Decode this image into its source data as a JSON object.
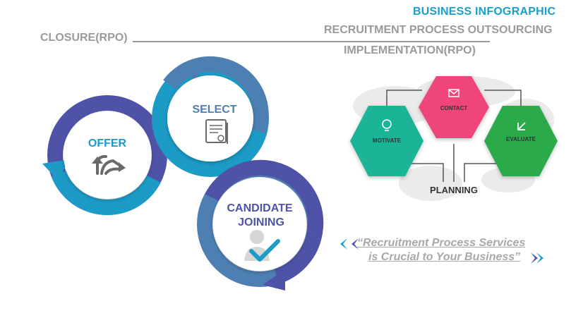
{
  "header": {
    "title": "BUSINESS INFOGRAPHIC",
    "subtitle": "RECRUITMENT PROCESS OUTSOURCING",
    "implementation": "IMPLEMENTATION(RPO)",
    "closure": "CLOSURE(RPO)"
  },
  "cycle": {
    "offer": "OFFER",
    "select": "SELECT",
    "candidate_line1": "CANDIDATE",
    "candidate_line2": "JOINING"
  },
  "hexagons": {
    "contact": "CONTACT",
    "motivate": "MOTIVATE",
    "evaluate": "EVALUATE",
    "planning": "PLANNING"
  },
  "quote": {
    "line1": "“Recruitment Process Services",
    "line2": "is Crucial to Your Business”"
  },
  "colors": {
    "teal": "#1c9bc6",
    "steel": "#4d7fb2",
    "indigo": "#4f53a8",
    "pink": "#f0457a",
    "green_teal": "#1fb497",
    "green": "#2aaa4a"
  }
}
